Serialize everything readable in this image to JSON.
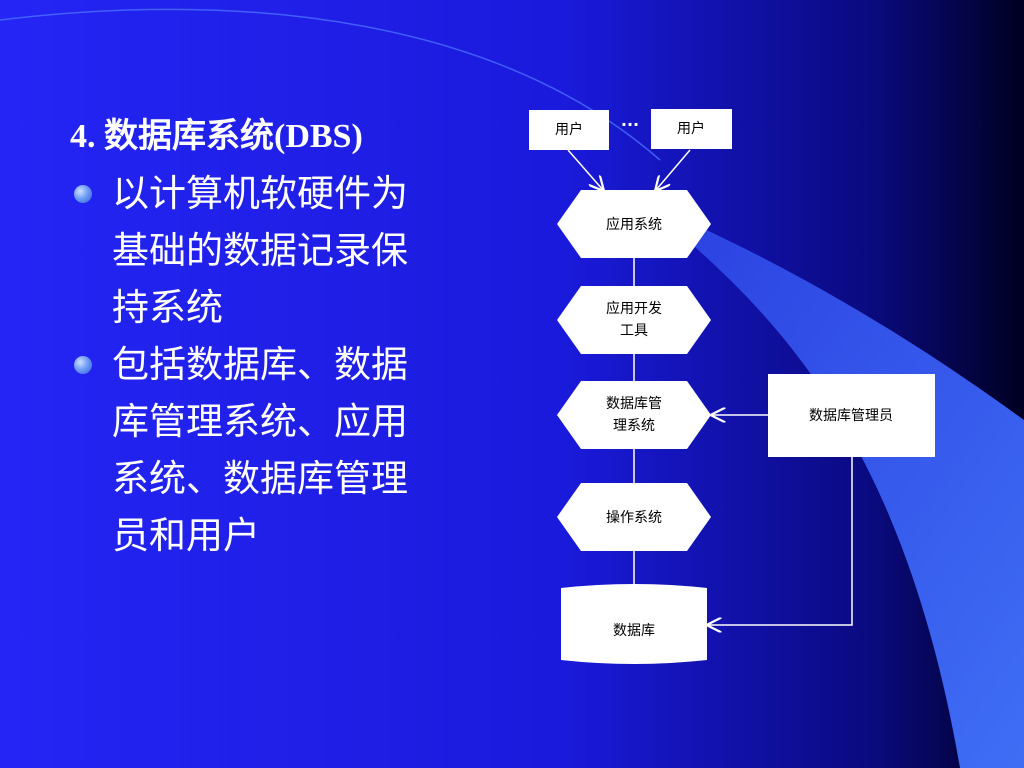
{
  "colors": {
    "background_start": "#2a2aff",
    "background_end": "#000033",
    "swoosh": "#3a66f0",
    "text": "#ffffff",
    "bullet": "#6f9df5",
    "box_fill": "#ffffff",
    "line": "#ffffff"
  },
  "text": {
    "heading_num": "4.",
    "heading_title": "数据库系统(DBS)",
    "bullets": [
      {
        "lines": [
          "以计算机软硬件为",
          "基础的数据记录保",
          "持系统"
        ]
      },
      {
        "lines": [
          "包括数据库、数据",
          "库管理系统、应用",
          "系统、数据库管理",
          "员和用户"
        ]
      }
    ]
  },
  "diagram": {
    "user_left": "用户",
    "ellipsis": "···",
    "user_right": "用户",
    "app_system": "应用系统",
    "dev_tools": [
      "应用开发",
      "工具"
    ],
    "dbms": [
      "数据库管",
      "理系统"
    ],
    "os": "操作系统",
    "database": "数据库",
    "dba": "数据库管理员"
  }
}
